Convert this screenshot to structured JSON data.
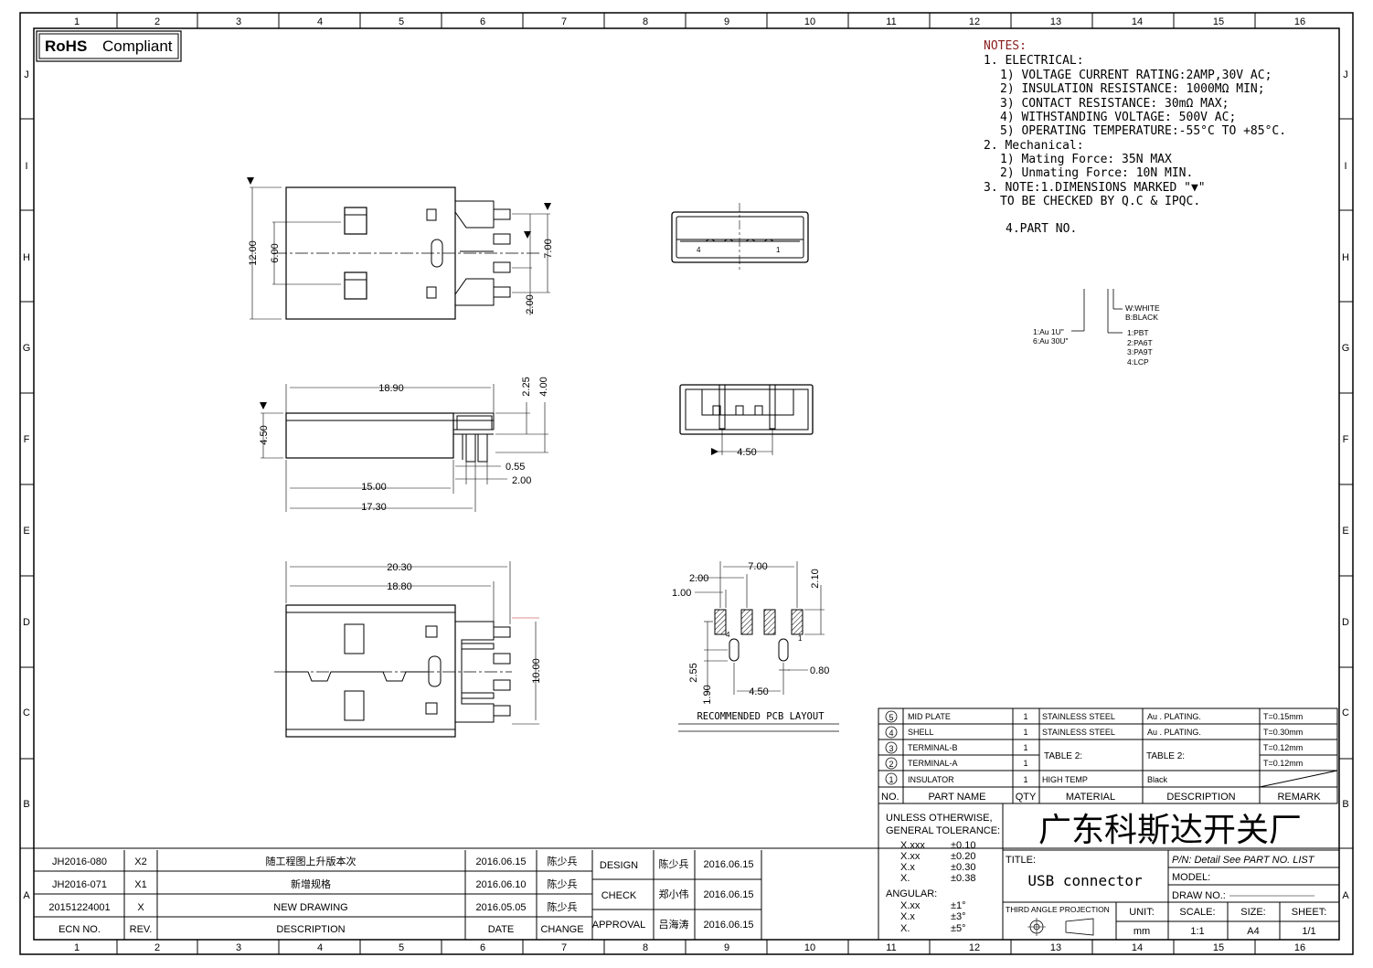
{
  "border": {
    "top_cols": [
      "1",
      "2",
      "3",
      "4",
      "5",
      "6",
      "7",
      "8",
      "9",
      "10",
      "11",
      "12",
      "13",
      "14",
      "15",
      "16"
    ],
    "rows": [
      "J",
      "I",
      "H",
      "G",
      "F",
      "E",
      "D",
      "C",
      "B",
      "A"
    ]
  },
  "rohs": {
    "bold": "RoHS",
    "text": "Compliant"
  },
  "notes": {
    "title": "NOTES:",
    "lines": [
      "1. ELECTRICAL:",
      "1) VOLTAGE CURRENT RATING:2AMP,30V AC;",
      "2) INSULATION RESISTANCE: 1000MΩ MIN;",
      "3) CONTACT RESISTANCE: 30mΩ MAX;",
      "4) WITHSTANDING VOLTAGE: 500V AC;",
      "5) OPERATING TEMPERATURE:-55°C TO +85°C.",
      "2. Mechanical:",
      "1) Mating Force:  35N MAX",
      "2) Unmating Force:  10N MIN.",
      "3. NOTE:1.DIMENSIONS MARKED \"▼\"",
      "TO BE CHECKED BY Q.C & IPQC.",
      "4.PART NO."
    ]
  },
  "partno": {
    "color": [
      "W:WHITE",
      "B:BLACK"
    ],
    "plating": [
      "1:Au 1U\"",
      "6:Au 30U\""
    ],
    "material": [
      "1:PBT",
      "2:PA6T",
      "3:PA9T",
      "4:LCP"
    ]
  },
  "dims": {
    "top": [
      "12.00",
      "6.00",
      "7.00",
      "2.00"
    ],
    "front_pins": [
      "4",
      "1"
    ],
    "side": [
      "18.90",
      "2.25",
      "4.00",
      "4.50",
      "0.55",
      "2.00",
      "15.00",
      "17.30"
    ],
    "rear": [
      "4.50"
    ],
    "bottom": [
      "20.30",
      "18.80",
      "10.00"
    ],
    "pcb": [
      "7.00",
      "2.00",
      "1.00",
      "2.10",
      "2.55",
      "1.90",
      "4.50",
      "0.80",
      "4",
      "1"
    ],
    "pcb_caption": "RECOMMENDED PCB LAYOUT"
  },
  "bom": {
    "rows": [
      {
        "no": "5",
        "part": "MID PLATE",
        "qty": "1",
        "material": "STAINLESS STEEL",
        "desc": "Au . PLATING.",
        "remark": "T=0.15mm"
      },
      {
        "no": "4",
        "part": "SHELL",
        "qty": "1",
        "material": "STAINLESS STEEL",
        "desc": "Au . PLATING.",
        "remark": "T=0.30mm"
      },
      {
        "no": "3",
        "part": "TERMINAL-B",
        "qty": "1",
        "material": "",
        "desc": "",
        "remark": "T=0.12mm"
      },
      {
        "no": "2",
        "part": "TERMINAL-A",
        "qty": "1",
        "material": "",
        "desc": "",
        "remark": "T=0.12mm"
      },
      {
        "no": "1",
        "part": "INSULATOR",
        "qty": "1",
        "material": "HIGH TEMP",
        "desc": "Black",
        "remark": ""
      }
    ],
    "table2_material": "TABLE 2:",
    "table2_desc": "TABLE 2:",
    "headers": [
      "NO.",
      "PART NAME",
      "QTY",
      "MATERIAL",
      "DESCRIPTION",
      "REMARK"
    ]
  },
  "tolerance": {
    "title": [
      "UNLESS OTHERWISE,",
      "GENERAL TOLERANCE:"
    ],
    "linear": [
      [
        "X.xxx",
        "±0.10"
      ],
      [
        "X.xx",
        "±0.20"
      ],
      [
        "X.x",
        "±0.30"
      ],
      [
        "X.",
        "±0.38"
      ]
    ],
    "angular_label": "ANGULAR:",
    "angular": [
      [
        "X.xx",
        "±1°"
      ],
      [
        "X.x",
        "±3°"
      ],
      [
        "X.",
        "±5°"
      ]
    ]
  },
  "company": "广东科斯达开关厂",
  "titleblock": {
    "title_label": "TITLE:",
    "title": "USB connector",
    "pn": "P/N: Detail  See  PART  NO.  LIST",
    "model": "MODEL:",
    "drawno": "DRAW  NO.:",
    "projection": "THIRD  ANGLE  PROJECTION",
    "unit_label": "UNIT:",
    "unit": "mm",
    "scale_label": "SCALE:",
    "scale": "1:1",
    "size_label": "SIZE:",
    "size": "A4",
    "sheet_label": "SHEET:",
    "sheet": "1/1"
  },
  "approvals": [
    {
      "role": "DESIGN",
      "name": "陈少兵",
      "date": "2016.06.15"
    },
    {
      "role": "CHECK",
      "name": "郑小伟",
      "date": "2016.06.15"
    },
    {
      "role": "APPROVAL",
      "name": "吕海涛",
      "date": "2016.06.15"
    }
  ],
  "revisions": {
    "rows": [
      {
        "ecn": "JH2016-080",
        "rev": "X2",
        "desc": "随工程图上升版本次",
        "date": "2016.06.15",
        "change": "陈少兵"
      },
      {
        "ecn": "JH2016-071",
        "rev": "X1",
        "desc": "新增规格",
        "date": "2016.06.10",
        "change": "陈少兵"
      },
      {
        "ecn": "20151224001",
        "rev": "X",
        "desc": "NEW DRAWING",
        "date": "2016.05.05",
        "change": "陈少兵"
      }
    ],
    "headers": [
      "ECN  NO.",
      "REV.",
      "DESCRIPTION",
      "DATE",
      "CHANGE"
    ]
  }
}
